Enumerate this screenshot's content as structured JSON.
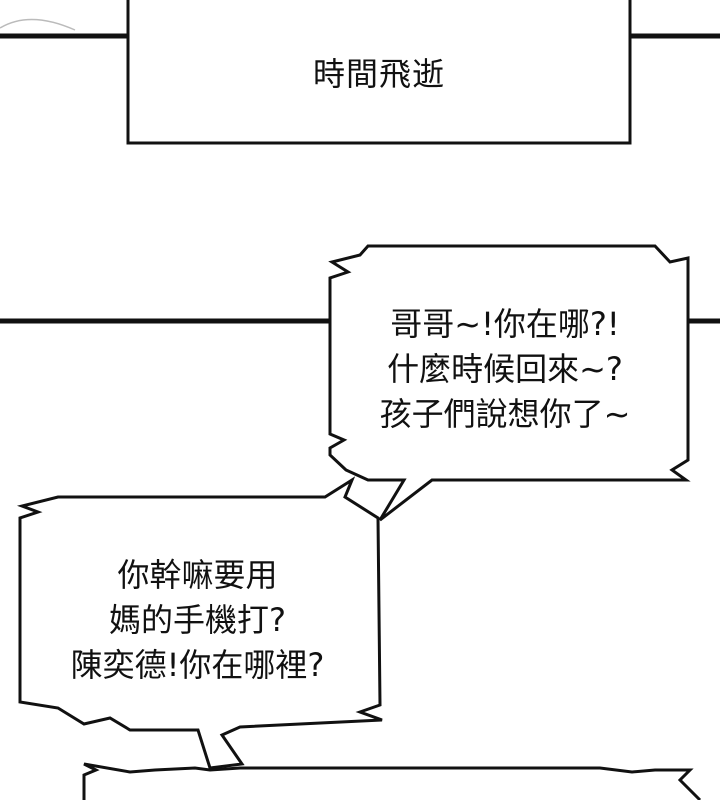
{
  "caption": {
    "text": "時間飛逝"
  },
  "bubble_a": {
    "lines": [
      "哥哥~!你在哪?!",
      "什麼時候回來~?",
      "孩子們說想你了~"
    ]
  },
  "bubble_b": {
    "lines": [
      "你幹嘛要用",
      "媽的手機打?",
      "陳奕德!你在哪裡?"
    ]
  },
  "colors": {
    "ink": "#111111",
    "paper": "#ffffff"
  }
}
